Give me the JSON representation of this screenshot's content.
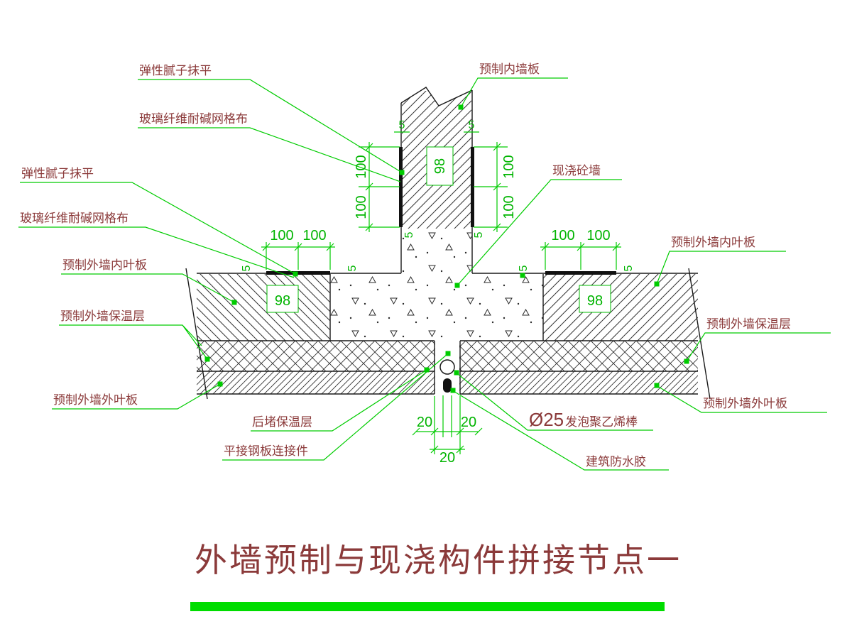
{
  "colors": {
    "annotation_green": "#00cc00",
    "label_red": "#8b3a3a",
    "drawing_black": "#1a1a1a",
    "title_bar_green": "#00dd00"
  },
  "labels": {
    "putty_top": "弹性腻子抹平",
    "mesh_top": "玻璃纤维耐碱网格布",
    "putty_left": "弹性腻子抹平",
    "mesh_left": "玻璃纤维耐碱网格布",
    "inner_leaf_left": "预制外墙内叶板",
    "insulation_left": "预制外墙保温层",
    "outer_leaf_left": "预制外墙外叶板",
    "post_insulation": "后堵保温层",
    "steel_connector": "平接钢板连接件",
    "interior_panel": "预制内墙板",
    "cast_in_place_wall": "现浇砼墙",
    "inner_leaf_right": "预制外墙内叶板",
    "insulation_right": "预制外墙保温层",
    "outer_leaf_right": "预制外墙外叶板",
    "pe_rod_size": "Ø25",
    "pe_rod_text": "发泡聚乙烯棒",
    "sealant": "建筑防水胶"
  },
  "dimensions": {
    "left_vertical": [
      "100",
      "100"
    ],
    "right_vertical": [
      "100",
      "100"
    ],
    "left_horizontal": [
      "100",
      "100"
    ],
    "right_horizontal": [
      "100",
      "100"
    ],
    "column_width": "98",
    "left_panel_edge": "98",
    "right_panel_edge": "98",
    "offset_5": "5",
    "joint_pair": [
      "20",
      "20"
    ],
    "joint_width": "20"
  },
  "title": "外墙预制与现浇构件拼接节点一"
}
